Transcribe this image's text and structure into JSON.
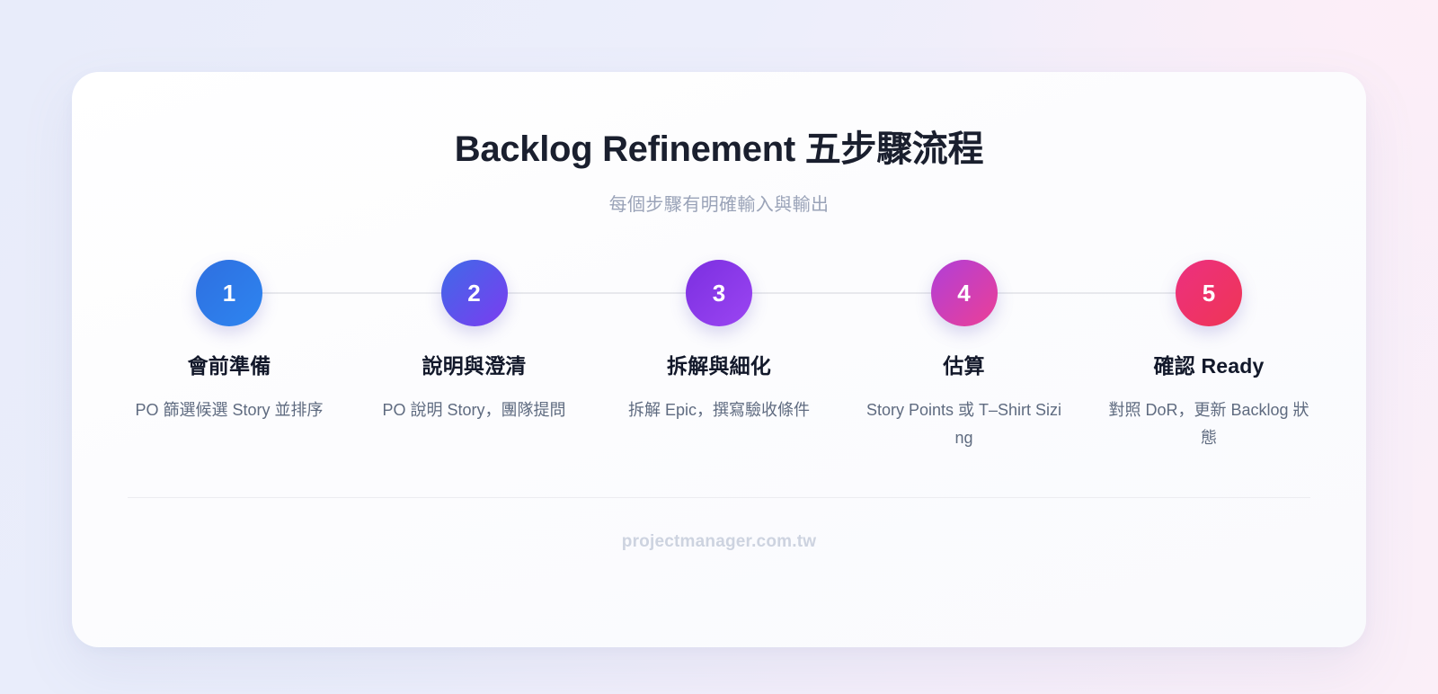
{
  "header": {
    "title": "Backlog Refinement 五步驟流程",
    "subtitle": "每個步驟有明確輸入與輸出"
  },
  "steps": [
    {
      "number": "1",
      "title": "會前準備",
      "desc": "PO 篩選候選 Story 並排序",
      "color_from": "#2f6fe0",
      "color_to": "#2d85f0"
    },
    {
      "number": "2",
      "title": "說明與澄清",
      "desc": "PO 說明 Story，團隊提問",
      "color_from": "#3f6ae8",
      "color_to": "#7b3cf0"
    },
    {
      "number": "3",
      "title": "拆解與細化",
      "desc": "拆解 Epic，撰寫驗收條件",
      "color_from": "#7b2fe0",
      "color_to": "#9b45f2"
    },
    {
      "number": "4",
      "title": "估算",
      "desc": "Story Points 或 T–Shirt Sizing",
      "color_from": "#b03fd8",
      "color_to": "#ec3f96"
    },
    {
      "number": "5",
      "title": "確認 Ready",
      "desc": "對照 DoR，更新 Backlog 狀態",
      "color_from": "#ec3080",
      "color_to": "#ef3555"
    }
  ],
  "footer": {
    "brand": "projectmanager.com.tw"
  },
  "theme": {
    "connector_color": "#e7e8ed",
    "divider_color": "#ececf1",
    "title_color": "#1a1f2e",
    "subtitle_color": "#9aa3b8",
    "desc_color": "#5f6b80",
    "footer_color": "#cdd3e0",
    "card_background": "#ffffff",
    "page_background_left": "#e8ecfa",
    "page_background_right": "#fbeff8"
  }
}
